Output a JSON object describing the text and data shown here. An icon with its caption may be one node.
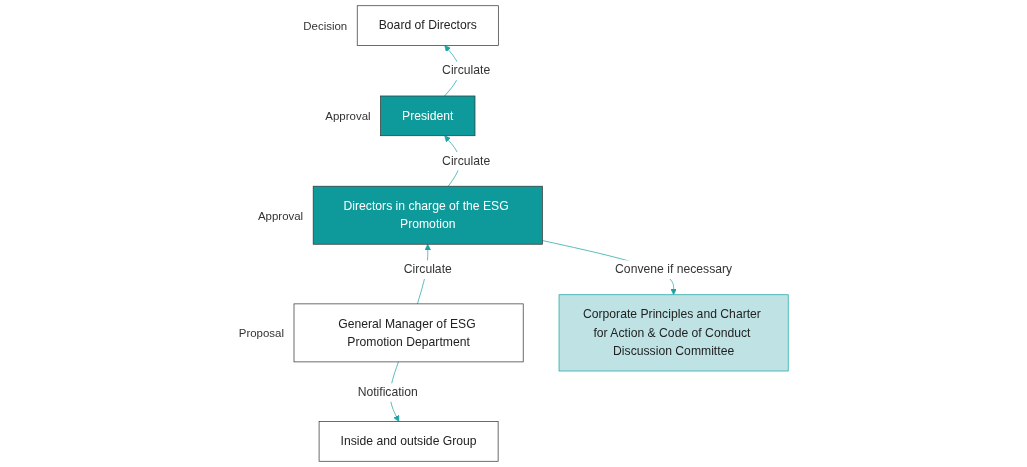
{
  "diagram": {
    "nodes": [
      {
        "text": [
          "Board of Directors"
        ],
        "beside": [
          "Decision"
        ]
      },
      {
        "text": [
          "President"
        ],
        "beside": [
          "Approval"
        ]
      },
      {
        "text": [
          "Directors in charge of the ESG Promotion"
        ],
        "beside": [
          "Approval"
        ]
      },
      {
        "text": [
          "General Manager of ESG Promotion Department"
        ],
        "beside": [
          "Proposal"
        ]
      },
      {
        "text": [
          "Inside and outside Group"
        ]
      },
      {
        "text": [
          "Corporate Principles and Charter for Action & Code of Conduct Discussion Committee"
        ]
      }
    ],
    "edges": [
      {
        "from": 1,
        "to": 0,
        "arrow": "to",
        "label": "Circulate"
      },
      {
        "from": 2,
        "to": 1,
        "arrow": "to",
        "label": "Circulate"
      },
      {
        "from": 3,
        "to": 2,
        "arrow": "to",
        "label": "Circulate"
      },
      {
        "from": 3,
        "to": 4,
        "arrow": "to",
        "label": "Notification"
      },
      {
        "from": 2,
        "to": 5,
        "arrow": "to",
        "label": "Convene if necessary"
      }
    ]
  }
}
